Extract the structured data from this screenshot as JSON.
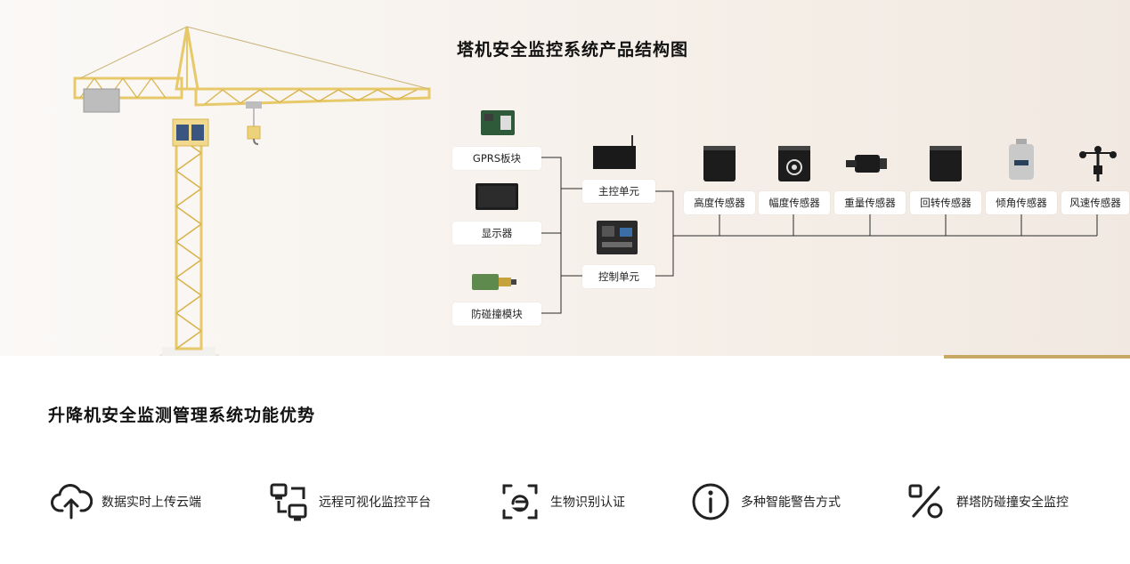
{
  "diagram": {
    "title": "塔机安全监控系统产品结构图",
    "left_modules": [
      "GPRS板块",
      "显示器",
      "防碰撞模块"
    ],
    "units": [
      "主控单元",
      "控制单元"
    ],
    "sensors": [
      "高度传感器",
      "幅度传感器",
      "重量传感器",
      "回转传感器",
      "倾角传感器",
      "风速传感器"
    ]
  },
  "advantages": {
    "title": "升降机安全监测管理系统功能优势",
    "items": [
      {
        "icon": "cloud-upload-icon",
        "label": "数据实时上传云端"
      },
      {
        "icon": "monitor-network-icon",
        "label": "远程可视化监控平台"
      },
      {
        "icon": "face-scan-icon",
        "label": "生物识别认证"
      },
      {
        "icon": "info-circle-icon",
        "label": "多种智能警告方式"
      },
      {
        "icon": "percent-icon",
        "label": "群塔防碰撞安全监控"
      }
    ]
  },
  "colors": {
    "accent_gold": "#c7a964",
    "crane_yellow": "#ecd27a",
    "hero_bg": "#f6f0ea"
  }
}
